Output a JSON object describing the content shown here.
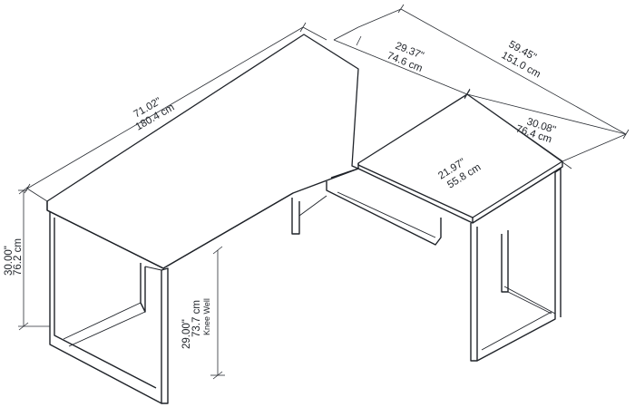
{
  "dimensions": {
    "length_imperial": "71.02\"",
    "length_metric": "180.4 cm",
    "return_inner_imperial": "29.37\"",
    "return_inner_metric": "74.6 cm",
    "overall_depth_imperial": "59.45\"",
    "overall_depth_metric": "151.0 cm",
    "return_width_imperial": "30.08\"",
    "return_width_metric": "76.4 cm",
    "return_depth_imperial": "21.97\"",
    "return_depth_metric": "55.8 cm",
    "height_imperial": "30.00\"",
    "height_metric": "76.2 cm",
    "knee_well_imperial": "29.00\"",
    "knee_well_metric": "73.7 cm",
    "knee_well_label": "Knee Well"
  },
  "colors": {
    "line": "#1f2329",
    "background": "#ffffff"
  }
}
